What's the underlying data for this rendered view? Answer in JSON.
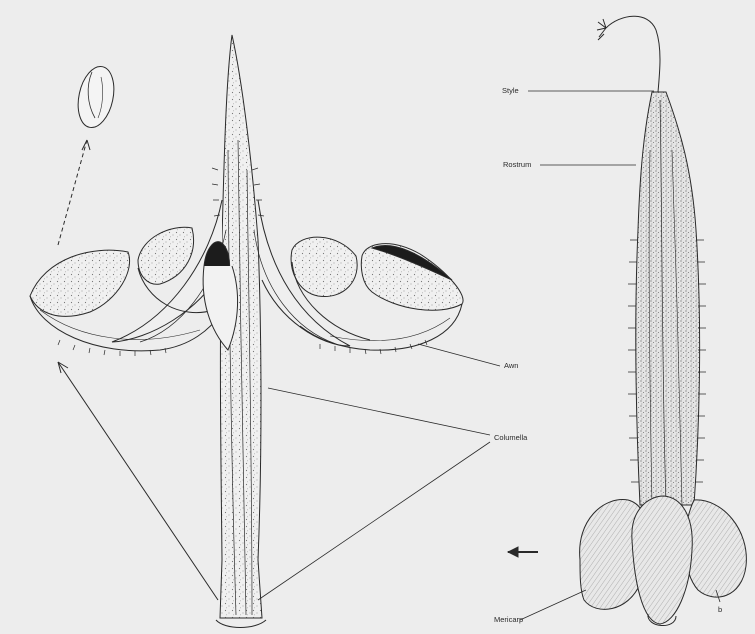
{
  "labels": {
    "style": "Style",
    "rostrum": "Rostrum",
    "awn": "Awn",
    "columella": "Columella",
    "mericarp": "Mericarp",
    "b": "b"
  },
  "colors": {
    "paper": "#ededed",
    "ink": "#2a2a2a",
    "stipple": "#8a8a8a"
  }
}
